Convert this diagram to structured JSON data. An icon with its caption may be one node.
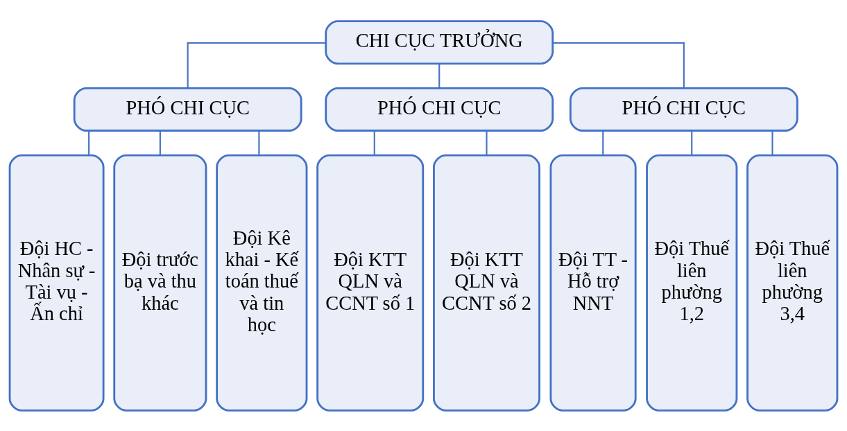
{
  "diagram": {
    "nodes": [
      {
        "text": [
          "CHI CỤC TRƯỞNG"
        ]
      },
      {
        "text": [
          "PHÓ CHI CỤC"
        ]
      },
      {
        "text": [
          "PHÓ CHI CỤC"
        ]
      },
      {
        "text": [
          "PHÓ CHI CỤC"
        ]
      },
      {
        "text": [
          "Đội HC - Nhân sự - Tài vụ - Ấn chỉ"
        ]
      },
      {
        "text": [
          "Đội trước bạ và thu khác"
        ]
      },
      {
        "text": [
          "Đội Kê khai - Kế toán thuế và tin học"
        ]
      },
      {
        "text": [
          "Đội KTT QLN và CCNT số 1"
        ]
      },
      {
        "text": [
          "Đội KTT QLN và CCNT số 2"
        ]
      },
      {
        "text": [
          "Đội TT - Hỗ trợ NNT"
        ]
      },
      {
        "text": [
          "Đội Thuế liên phường 1,2"
        ]
      },
      {
        "text": [
          "Đội Thuế liên phường 3,4"
        ]
      }
    ],
    "edges": [
      {
        "from": 0,
        "to": 1,
        "arrow": "none"
      },
      {
        "from": 0,
        "to": 2,
        "arrow": "none"
      },
      {
        "from": 0,
        "to": 3,
        "arrow": "none"
      },
      {
        "from": 1,
        "to": 4,
        "arrow": "none"
      },
      {
        "from": 1,
        "to": 5,
        "arrow": "none"
      },
      {
        "from": 1,
        "to": 6,
        "arrow": "none"
      },
      {
        "from": 2,
        "to": 7,
        "arrow": "none"
      },
      {
        "from": 2,
        "to": 8,
        "arrow": "none"
      },
      {
        "from": 3,
        "to": 9,
        "arrow": "none"
      },
      {
        "from": 3,
        "to": 10,
        "arrow": "none"
      },
      {
        "from": 3,
        "to": 11,
        "arrow": "none"
      }
    ]
  }
}
